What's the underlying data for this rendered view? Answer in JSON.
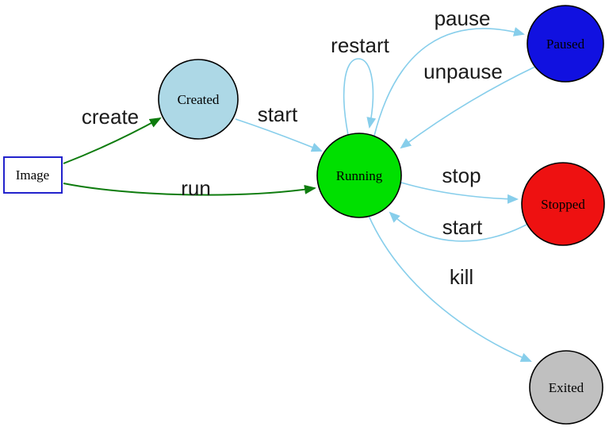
{
  "theme": {
    "background": "#ffffff",
    "node-stroke": "#000000",
    "node-label-color": "#000000",
    "edge-label-color": "#1a1a1a",
    "edge-blue": "#87ceeb",
    "edge-green": "#0e7c0e",
    "image-box-border": "#2323cc",
    "image-box-fill": "#ffffff"
  },
  "nodes": {
    "image": {
      "label": "Image",
      "shape": "rectangle",
      "color": "#ffffff"
    },
    "created": {
      "label": "Created",
      "shape": "circle",
      "color": "#add8e6"
    },
    "running": {
      "label": "Running",
      "shape": "circle",
      "color": "#00e000"
    },
    "paused": {
      "label": "Paused",
      "shape": "circle",
      "color": "#1111e0"
    },
    "stopped": {
      "label": "Stopped",
      "shape": "circle",
      "color": "#ee1111"
    },
    "exited": {
      "label": "Exited",
      "shape": "circle",
      "color": "#c0c0c0"
    }
  },
  "edges": {
    "create": {
      "label": "create",
      "from": "Image",
      "to": "Created",
      "color": "#0e7c0e"
    },
    "run": {
      "label": "run",
      "from": "Image",
      "to": "Running",
      "color": "#0e7c0e"
    },
    "start_from_created": {
      "label": "start",
      "from": "Created",
      "to": "Running",
      "color": "#87ceeb"
    },
    "restart": {
      "label": "restart",
      "from": "Running",
      "to": "Running",
      "color": "#87ceeb"
    },
    "pause": {
      "label": "pause",
      "from": "Running",
      "to": "Paused",
      "color": "#87ceeb"
    },
    "unpause": {
      "label": "unpause",
      "from": "Paused",
      "to": "Running",
      "color": "#87ceeb"
    },
    "stop": {
      "label": "stop",
      "from": "Running",
      "to": "Stopped",
      "color": "#87ceeb"
    },
    "start_from_stopped": {
      "label": "start",
      "from": "Stopped",
      "to": "Running",
      "color": "#87ceeb"
    },
    "kill": {
      "label": "kill",
      "from": "Running",
      "to": "Exited",
      "color": "#87ceeb"
    }
  }
}
